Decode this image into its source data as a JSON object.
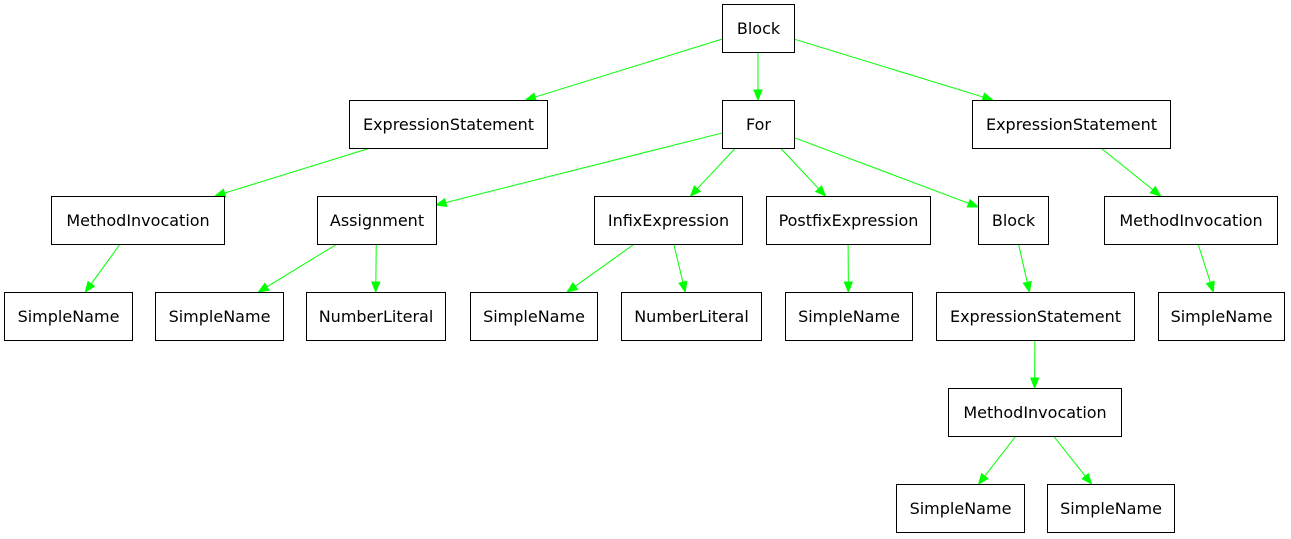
{
  "colors": {
    "edge": "#00ff00",
    "node_border": "#000000",
    "node_fill": "#ffffff",
    "background": "#ffffff"
  },
  "nodes": [
    {
      "id": "n0",
      "label": "Block"
    },
    {
      "id": "n1",
      "label": "ExpressionStatement"
    },
    {
      "id": "n2",
      "label": "For"
    },
    {
      "id": "n3",
      "label": "ExpressionStatement"
    },
    {
      "id": "n4",
      "label": "MethodInvocation"
    },
    {
      "id": "n5",
      "label": "Assignment"
    },
    {
      "id": "n6",
      "label": "InfixExpression"
    },
    {
      "id": "n7",
      "label": "PostfixExpression"
    },
    {
      "id": "n8",
      "label": "Block"
    },
    {
      "id": "n9",
      "label": "MethodInvocation"
    },
    {
      "id": "n10",
      "label": "SimpleName"
    },
    {
      "id": "n11",
      "label": "SimpleName"
    },
    {
      "id": "n12",
      "label": "NumberLiteral"
    },
    {
      "id": "n13",
      "label": "SimpleName"
    },
    {
      "id": "n14",
      "label": "NumberLiteral"
    },
    {
      "id": "n15",
      "label": "SimpleName"
    },
    {
      "id": "n16",
      "label": "ExpressionStatement"
    },
    {
      "id": "n17",
      "label": "SimpleName"
    },
    {
      "id": "n18",
      "label": "MethodInvocation"
    },
    {
      "id": "n19",
      "label": "SimpleName"
    },
    {
      "id": "n20",
      "label": "SimpleName"
    }
  ],
  "edges": [
    {
      "from": "n0",
      "to": "n1"
    },
    {
      "from": "n0",
      "to": "n2"
    },
    {
      "from": "n0",
      "to": "n3"
    },
    {
      "from": "n1",
      "to": "n4"
    },
    {
      "from": "n4",
      "to": "n10"
    },
    {
      "from": "n2",
      "to": "n5"
    },
    {
      "from": "n2",
      "to": "n6"
    },
    {
      "from": "n2",
      "to": "n7"
    },
    {
      "from": "n2",
      "to": "n8"
    },
    {
      "from": "n5",
      "to": "n11"
    },
    {
      "from": "n5",
      "to": "n12"
    },
    {
      "from": "n6",
      "to": "n13"
    },
    {
      "from": "n6",
      "to": "n14"
    },
    {
      "from": "n7",
      "to": "n15"
    },
    {
      "from": "n8",
      "to": "n16"
    },
    {
      "from": "n16",
      "to": "n18"
    },
    {
      "from": "n18",
      "to": "n19"
    },
    {
      "from": "n18",
      "to": "n20"
    },
    {
      "from": "n3",
      "to": "n9"
    },
    {
      "from": "n9",
      "to": "n17"
    }
  ]
}
